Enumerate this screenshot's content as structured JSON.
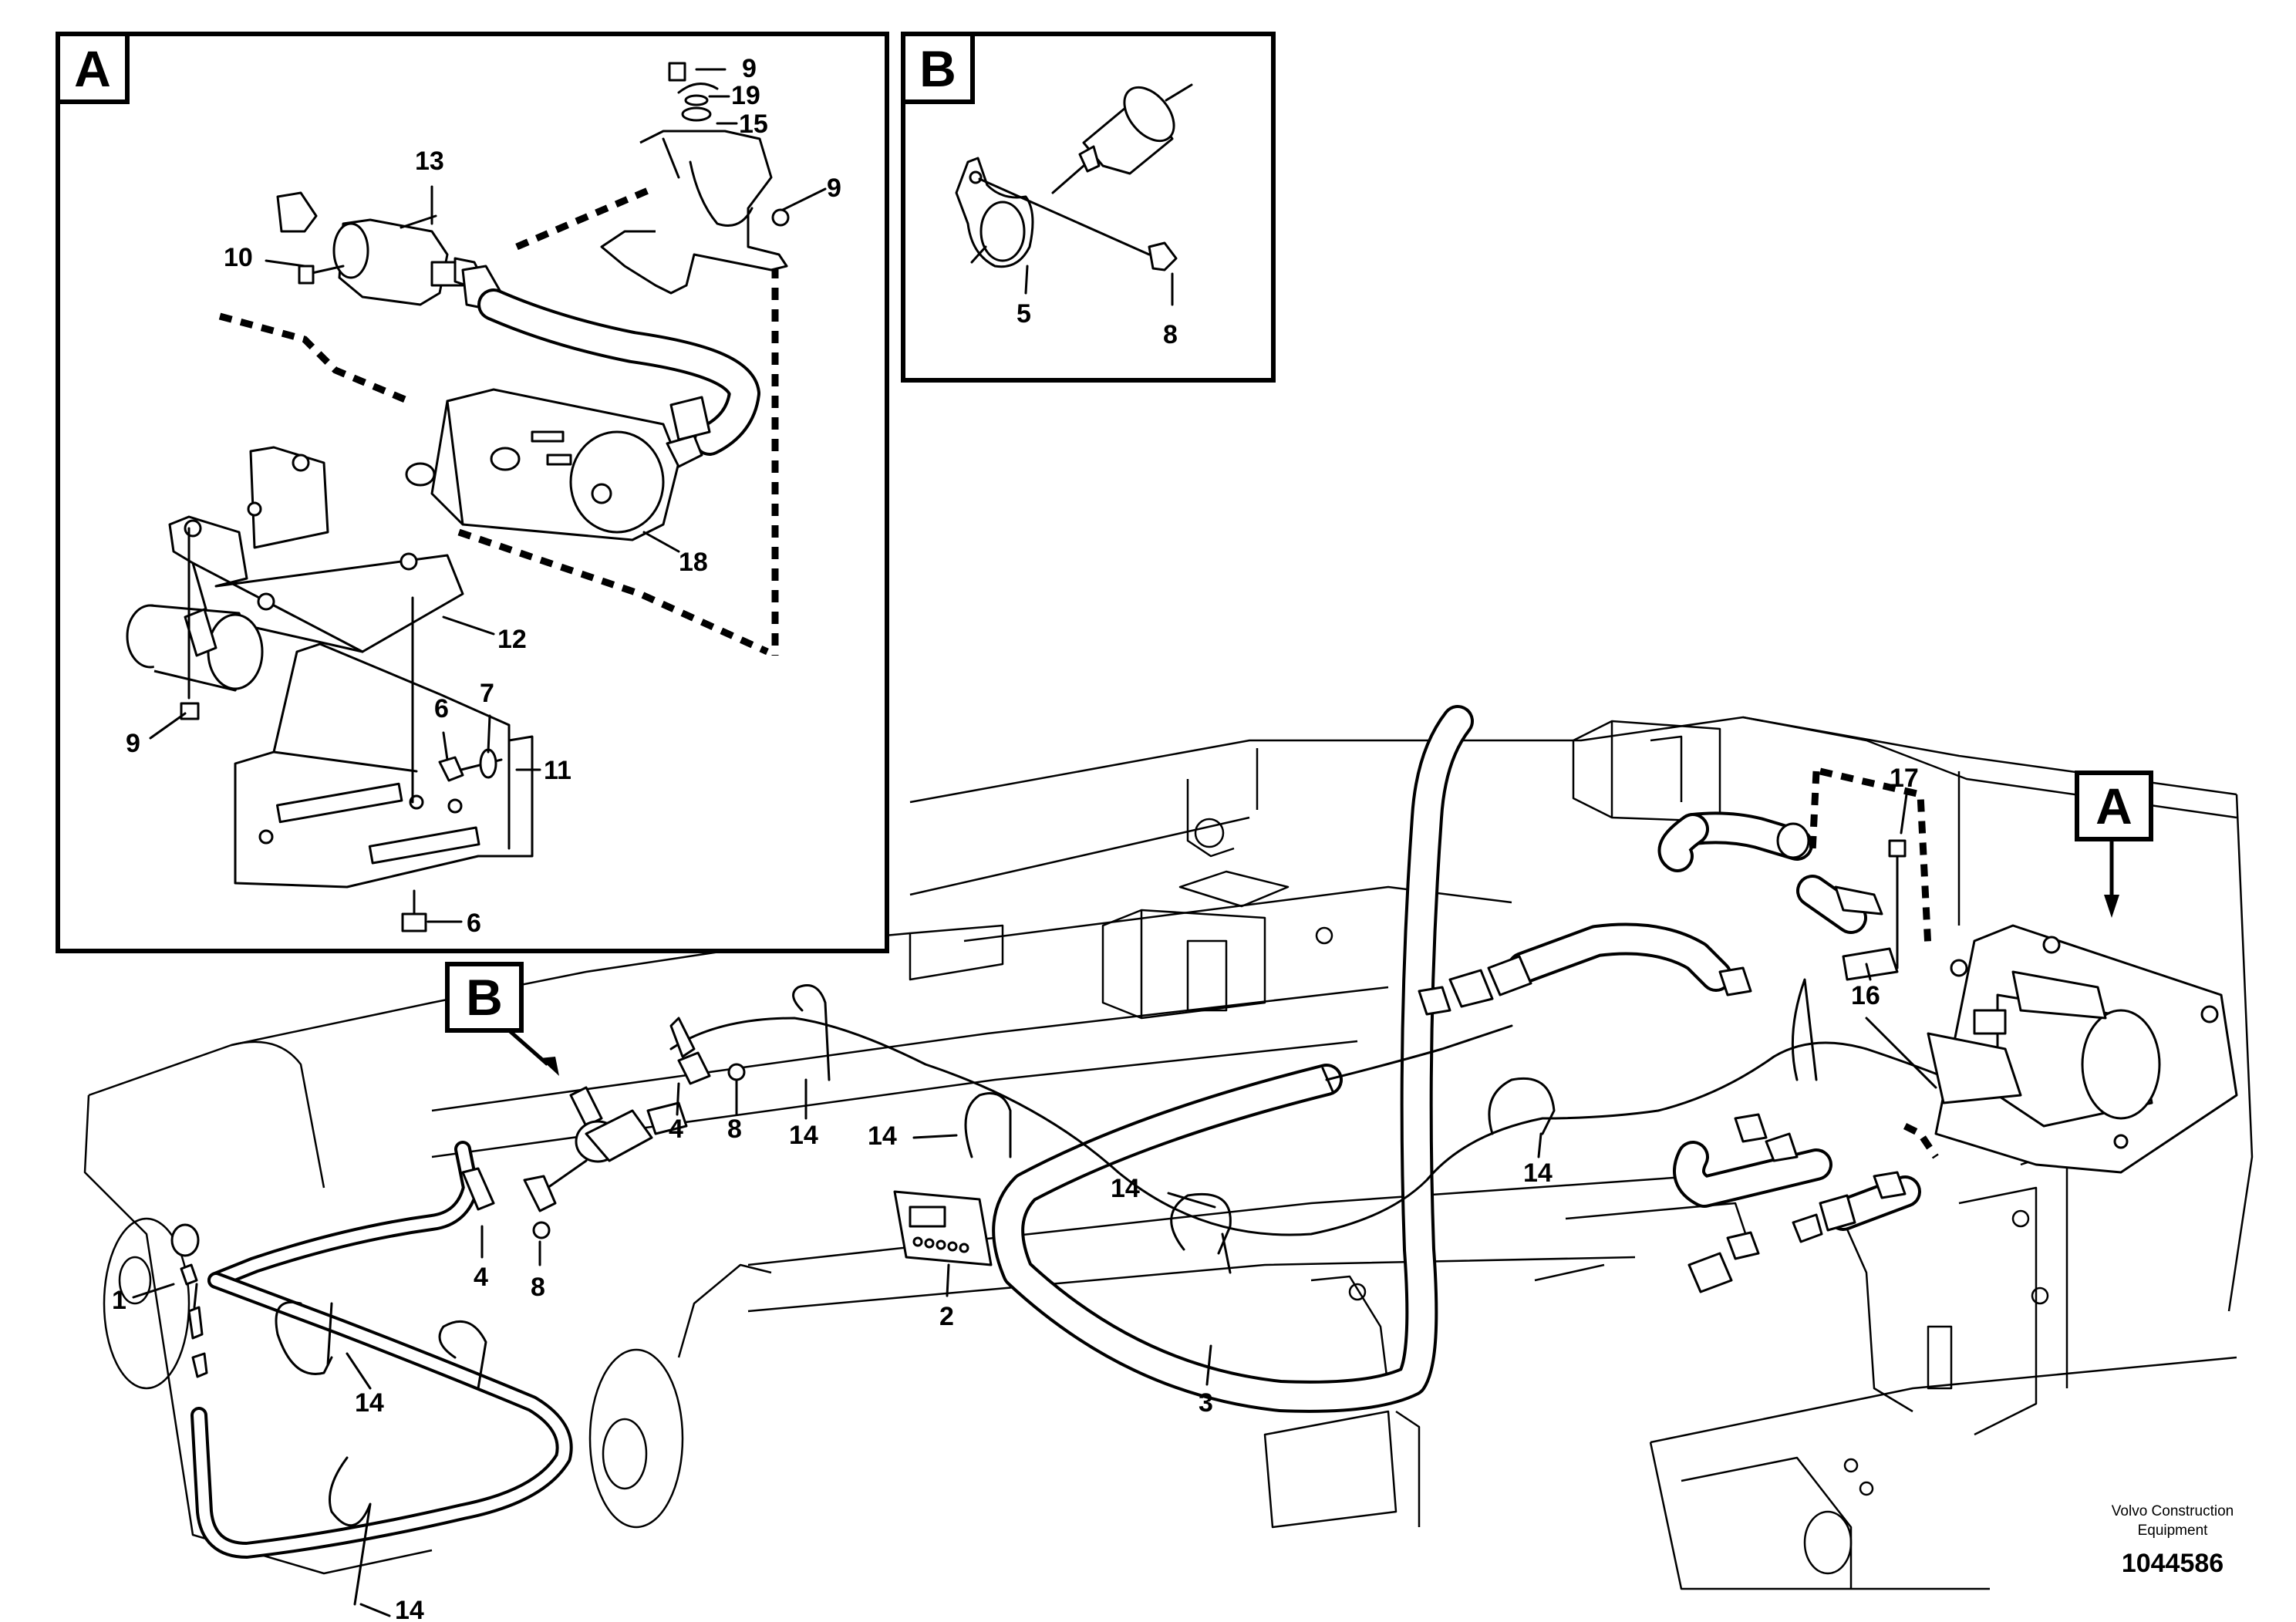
{
  "diagram": {
    "detail_views": [
      {
        "id": "A",
        "label": "A"
      },
      {
        "id": "B",
        "label": "B"
      }
    ],
    "view_markers": {
      "A": "A",
      "B": "B"
    },
    "callouts_detail_a": [
      "9",
      "19",
      "15",
      "13",
      "9",
      "10",
      "18",
      "12",
      "7",
      "6",
      "11",
      "9",
      "6"
    ],
    "callouts_detail_b": [
      "5",
      "8"
    ],
    "callouts_main": [
      "17",
      "16",
      "4",
      "8",
      "14",
      "14",
      "14",
      "14",
      "2",
      "4",
      "8",
      "1",
      "14",
      "3",
      "14"
    ],
    "footer": {
      "company_line1": "Volvo Construction",
      "company_line2": "Equipment",
      "document_number": "1044586"
    }
  }
}
